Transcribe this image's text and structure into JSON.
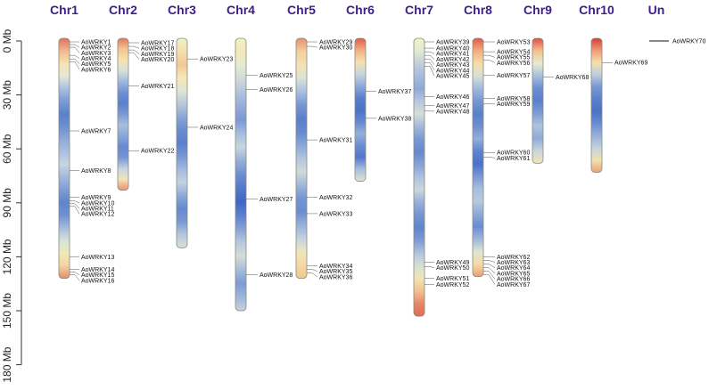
{
  "axis": {
    "unit": "Mb",
    "ticks": [
      {
        "value": 0,
        "label": "0 Mb"
      },
      {
        "value": 30,
        "label": "30 Mb"
      },
      {
        "value": 60,
        "label": "60 Mb"
      },
      {
        "value": 90,
        "label": "90 Mb"
      },
      {
        "value": 120,
        "label": "120 Mb"
      },
      {
        "value": 150,
        "label": "150 Mb"
      },
      {
        "value": 180,
        "label": "180 Mb"
      }
    ]
  },
  "chromosomes": [
    {
      "name": "Chr1",
      "length": 132,
      "bands": [
        "#e07060",
        "#f1b88e",
        "#f7e3b2",
        "#e3e8d6",
        "#a8bfe0",
        "#7a9ad4",
        "#5a80cc",
        "#6e8fd1",
        "#8eaad8",
        "#aac0e0",
        "#c8d6e2",
        "#a0b8dc",
        "#7e9cd4",
        "#5f84cd",
        "#7090d2",
        "#a4bcdf",
        "#d8e2d8",
        "#f0eab8",
        "#f3d3a0",
        "#e88a6e"
      ],
      "genes": [
        {
          "label": "AoWRKY1",
          "pos": 0.5
        },
        {
          "label": "AoWRKY2",
          "pos": 2.0
        },
        {
          "label": "AoWRKY3",
          "pos": 3.5
        },
        {
          "label": "AoWRKY4",
          "pos": 8.0
        },
        {
          "label": "AoWRKY5",
          "pos": 10.0
        },
        {
          "label": "AoWRKY6",
          "pos": 11.5
        },
        {
          "label": "AoWRKY7",
          "pos": 50.0
        },
        {
          "label": "AoWRKY8",
          "pos": 72.0
        },
        {
          "label": "AoWRKY9",
          "pos": 87.0
        },
        {
          "label": "AoWRKY10",
          "pos": 89.0
        },
        {
          "label": "AoWRKY11",
          "pos": 90.5
        },
        {
          "label": "AoWRKY12",
          "pos": 92.0
        },
        {
          "label": "AoWRKY13",
          "pos": 120.0
        },
        {
          "label": "AoWRKY14",
          "pos": 127.0
        },
        {
          "label": "AoWRKY15",
          "pos": 128.5
        },
        {
          "label": "AoWRKY16",
          "pos": 130.0
        }
      ]
    },
    {
      "name": "Chr2",
      "length": 83,
      "bands": [
        "#e07a60",
        "#f3c495",
        "#f6e3b0",
        "#d6e0d8",
        "#a0b8de",
        "#6f90d2",
        "#5a80cc",
        "#7c9bd4",
        "#a8bee0",
        "#8aa6d8",
        "#6688cf",
        "#7896d3",
        "#c6d3e0",
        "#efe5b8",
        "#e99070"
      ],
      "genes": [
        {
          "label": "AoWRKY17",
          "pos": 1.0
        },
        {
          "label": "AoWRKY18",
          "pos": 3.0
        },
        {
          "label": "AoWRKY19",
          "pos": 5.0
        },
        {
          "label": "AoWRKY20",
          "pos": 6.5
        },
        {
          "label": "AoWRKY21",
          "pos": 25.0
        },
        {
          "label": "AoWRKY22",
          "pos": 61.0
        }
      ]
    },
    {
      "name": "Chr3",
      "length": 115,
      "bands": [
        "#eef2c8",
        "#f5dfae",
        "#f2c896",
        "#f6e7b6",
        "#e0e6d4",
        "#b6c8dc",
        "#8aa6d6",
        "#6a8cd0",
        "#5a80cc",
        "#7896d3",
        "#a2badf",
        "#c2d2e0",
        "#8eaad8",
        "#6688cf",
        "#7a98d3",
        "#b4c6de",
        "#dbe2d6"
      ],
      "genes": [
        {
          "label": "AoWRKY23",
          "pos": 10.0
        },
        {
          "label": "AoWRKY24",
          "pos": 48.0
        }
      ]
    },
    {
      "name": "Chr4",
      "length": 150,
      "bands": [
        "#eef2c8",
        "#f4e8b8",
        "#e6ebd2",
        "#cfd9d8",
        "#b0c3dd",
        "#94addb",
        "#7a98d3",
        "#a6bddf",
        "#c8d5e0",
        "#96aed9",
        "#6e8ed1",
        "#5577cb",
        "#3f66c4",
        "#5a80cc",
        "#87a3d6",
        "#b8c9de",
        "#d4ddd6",
        "#a7bcdc",
        "#7c9ad4",
        "#9fb6dc",
        "#c5d2dd"
      ],
      "genes": [
        {
          "label": "AoWRKY25",
          "pos": 19.0
        },
        {
          "label": "AoWRKY26",
          "pos": 27.0
        },
        {
          "label": "AoWRKY27",
          "pos": 88.0
        },
        {
          "label": "AoWRKY28",
          "pos": 130.0
        }
      ]
    },
    {
      "name": "Chr5",
      "length": 132,
      "bands": [
        "#e89070",
        "#f4cf9e",
        "#f3e2b4",
        "#dbe3d6",
        "#a8bfe0",
        "#7896d3",
        "#5a80cc",
        "#6688cf",
        "#8aa6d8",
        "#b2c5de",
        "#d0dad8",
        "#a0b8dc",
        "#7594d2",
        "#6a8cd0",
        "#98b0da",
        "#c4d2df",
        "#efe6ba",
        "#f4d8a4",
        "#f0c890"
      ],
      "genes": [
        {
          "label": "AoWRKY29",
          "pos": 0.5
        },
        {
          "label": "AoWRKY30",
          "pos": 3.0
        },
        {
          "label": "AoWRKY31",
          "pos": 55.0
        },
        {
          "label": "AoWRKY32",
          "pos": 87.0
        },
        {
          "label": "AoWRKY33",
          "pos": 96.0
        },
        {
          "label": "AoWRKY34",
          "pos": 125.0
        },
        {
          "label": "AoWRKY35",
          "pos": 127.0
        },
        {
          "label": "AoWRKY36",
          "pos": 129.0
        }
      ]
    },
    {
      "name": "Chr6",
      "length": 78,
      "bands": [
        "#e35a50",
        "#f0b080",
        "#f6e2b0",
        "#c8d5e0",
        "#8eaad8",
        "#5a80cc",
        "#4a72c8",
        "#6688cf",
        "#98b0da",
        "#6a8cd0",
        "#5577cb",
        "#a8bee0",
        "#dfe4d4"
      ],
      "genes": [
        {
          "label": "AoWRKY37",
          "pos": 28.0
        },
        {
          "label": "AoWRKY38",
          "pos": 43.0
        }
      ]
    },
    {
      "name": "Chr7",
      "length": 153,
      "bands": [
        "#eef2c8",
        "#e4ead0",
        "#c0cfdc",
        "#a6bcde",
        "#8ea9d8",
        "#b6c8dd",
        "#d5ded6",
        "#a0b8dc",
        "#7a98d3",
        "#6688cf",
        "#87a3d6",
        "#aec2de",
        "#cbd7dc",
        "#97afd9",
        "#7594d2",
        "#5f84cd",
        "#7e9cd4",
        "#b0c4de",
        "#d6dfd6",
        "#f3e4b4",
        "#f2c290",
        "#e88868",
        "#e06a5a"
      ],
      "genes": [
        {
          "label": "AoWRKY39",
          "pos": 0.5
        },
        {
          "label": "AoWRKY40",
          "pos": 4.0
        },
        {
          "label": "AoWRKY41",
          "pos": 6.0
        },
        {
          "label": "AoWRKY42",
          "pos": 8.0
        },
        {
          "label": "AoWRKY43",
          "pos": 10.0
        },
        {
          "label": "AoWRKY44",
          "pos": 12.0
        },
        {
          "label": "AoWRKY45",
          "pos": 14.0
        },
        {
          "label": "AoWRKY46",
          "pos": 31.0
        },
        {
          "label": "AoWRKY47",
          "pos": 36.0
        },
        {
          "label": "AoWRKY48",
          "pos": 39.0
        },
        {
          "label": "AoWRKY49",
          "pos": 123.0
        },
        {
          "label": "AoWRKY50",
          "pos": 125.5
        },
        {
          "label": "AoWRKY51",
          "pos": 132.0
        },
        {
          "label": "AoWRKY52",
          "pos": 135.5
        }
      ]
    },
    {
      "name": "Chr8",
      "length": 131,
      "bands": [
        "#e05a4c",
        "#f0ae80",
        "#f5dcaa",
        "#d7e0d6",
        "#a2badf",
        "#7896d3",
        "#5a80cc",
        "#6e8ed1",
        "#94addb",
        "#5f84cd",
        "#4a72c8",
        "#7a98d3",
        "#a8bee0",
        "#b8c9de",
        "#8ea9d8",
        "#6a8cd0",
        "#9fb6dc",
        "#dfe4d4",
        "#f4dca8",
        "#ee9c74"
      ],
      "genes": [
        {
          "label": "AoWRKY53",
          "pos": 0.5
        },
        {
          "label": "AoWRKY54",
          "pos": 6.0
        },
        {
          "label": "AoWRKY55",
          "pos": 8.0
        },
        {
          "label": "AoWRKY56",
          "pos": 10.5
        },
        {
          "label": "AoWRKY57",
          "pos": 19.0
        },
        {
          "label": "AoWRKY58",
          "pos": 32.0
        },
        {
          "label": "AoWRKY59",
          "pos": 35.0
        },
        {
          "label": "AoWRKY60",
          "pos": 62.0
        },
        {
          "label": "AoWRKY61",
          "pos": 64.5
        },
        {
          "label": "AoWRKY62",
          "pos": 120.0
        },
        {
          "label": "AoWRKY63",
          "pos": 122.0
        },
        {
          "label": "AoWRKY64",
          "pos": 124.0
        },
        {
          "label": "AoWRKY65",
          "pos": 126.0
        },
        {
          "label": "AoWRKY66",
          "pos": 128.0
        },
        {
          "label": "AoWRKY67",
          "pos": 130.0
        }
      ]
    },
    {
      "name": "Chr9",
      "length": 68,
      "bands": [
        "#e04e48",
        "#f2c08e",
        "#e8ecd0",
        "#a8bfe0",
        "#6e8ed1",
        "#5a80cc",
        "#7e9cd4",
        "#b0c4de",
        "#8eaad8",
        "#c8d5dc",
        "#f2e5b6"
      ],
      "genes": [
        {
          "label": "AoWRKY68",
          "pos": 20.0
        }
      ]
    },
    {
      "name": "Chr10",
      "length": 73,
      "bands": [
        "#d83c3c",
        "#ee9c74",
        "#f6e0ae",
        "#bccdde",
        "#7896d3",
        "#5a80cc",
        "#4a72c8",
        "#6a8cd0",
        "#98b0da",
        "#c4d2df",
        "#f0e2b0",
        "#eca07a"
      ],
      "genes": [
        {
          "label": "AoWRKY69",
          "pos": 12.0
        }
      ]
    },
    {
      "name": "Un",
      "length": 0,
      "bands": [],
      "genes": [
        {
          "label": "AoWRKY70",
          "pos": 0
        }
      ]
    }
  ]
}
